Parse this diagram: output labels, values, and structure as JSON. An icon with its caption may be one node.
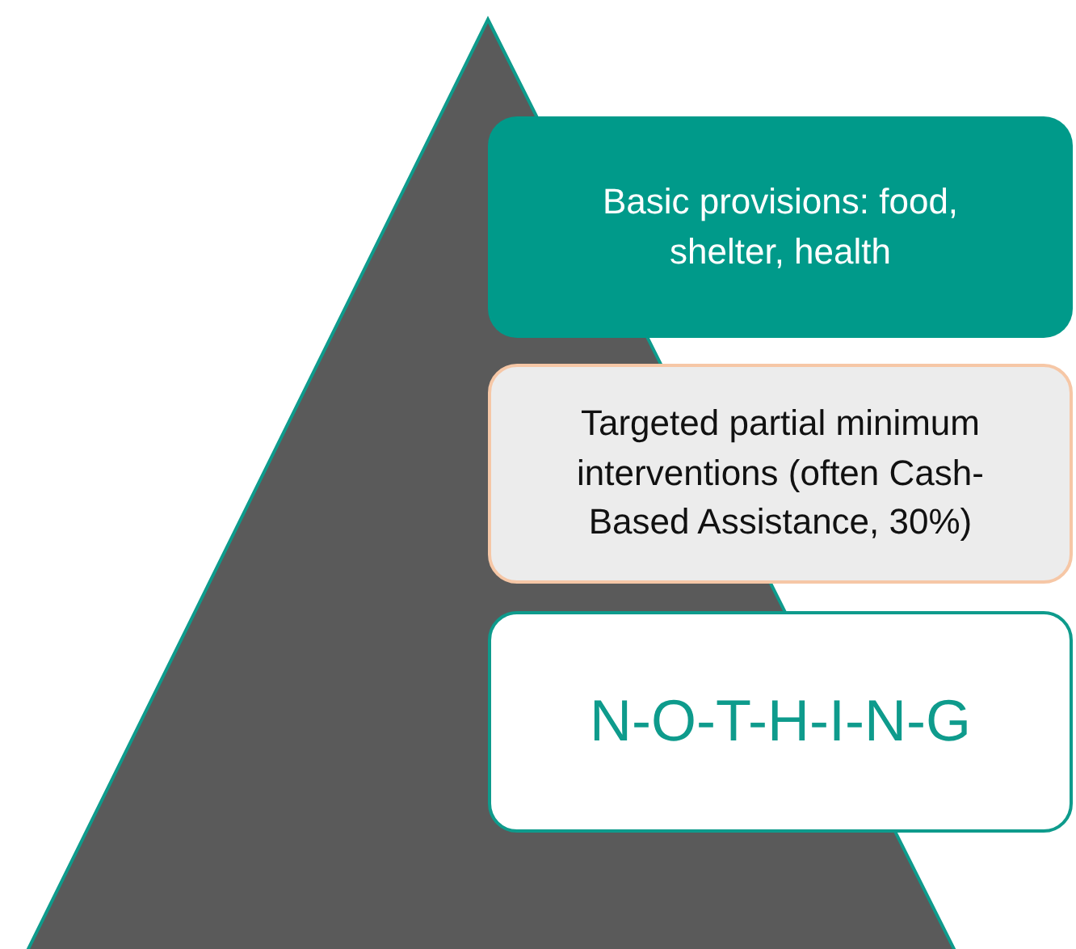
{
  "diagram": {
    "nodes": [
      {
        "text": [
          "Basic provisions: food, shelter, health"
        ]
      },
      {
        "text": [
          "Targeted partial minimum interventions (often Cash-Based Assistance, 30%)"
        ]
      },
      {
        "text": [
          "N-O-T-H-I-N-G"
        ]
      }
    ]
  }
}
